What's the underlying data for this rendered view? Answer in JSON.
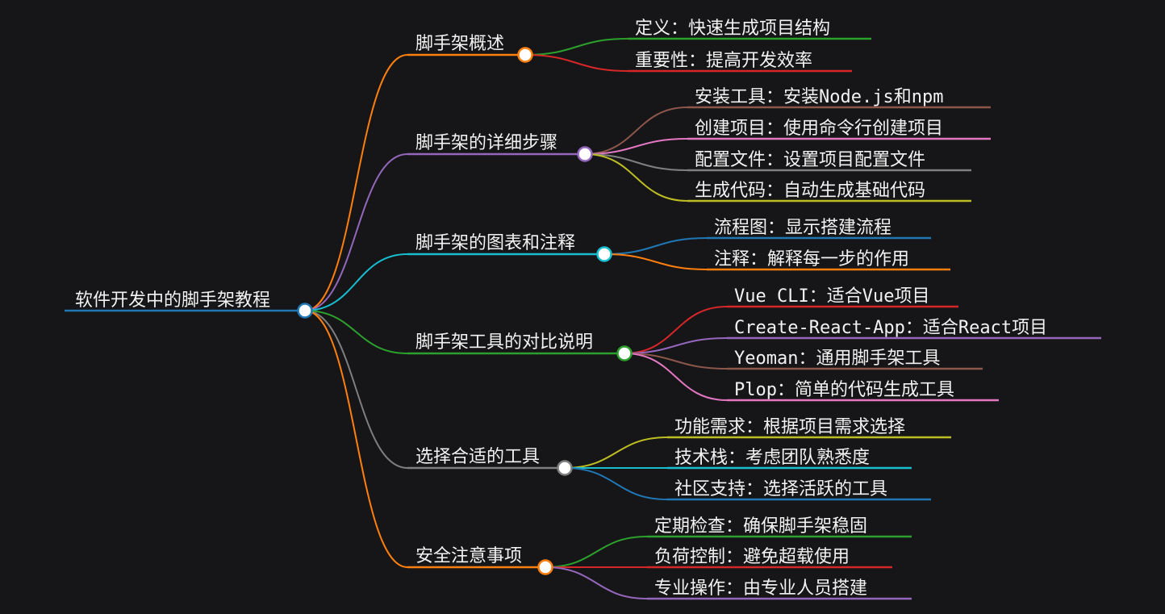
{
  "root": {
    "label": "软件开发中的脚手架教程",
    "color": "#1f77b4"
  },
  "branches": [
    {
      "label": "脚手架概述",
      "color": "#ff7f0e",
      "children": [
        {
          "label": "定义：快速生成项目结构",
          "color": "#2ca02c"
        },
        {
          "label": "重要性：提高开发效率",
          "color": "#d62728"
        }
      ]
    },
    {
      "label": "脚手架的详细步骤",
      "color": "#9467bd",
      "children": [
        {
          "label": "安装工具：安装Node.js和npm",
          "color": "#8c564b"
        },
        {
          "label": "创建项目：使用命令行创建项目",
          "color": "#e377c2"
        },
        {
          "label": "配置文件：设置项目配置文件",
          "color": "#7f7f7f"
        },
        {
          "label": "生成代码：自动生成基础代码",
          "color": "#bcbd22"
        }
      ]
    },
    {
      "label": "脚手架的图表和注释",
      "color": "#17becf",
      "children": [
        {
          "label": "流程图：显示搭建流程",
          "color": "#1f77b4"
        },
        {
          "label": "注释：解释每一步的作用",
          "color": "#ff7f0e"
        }
      ]
    },
    {
      "label": "脚手架工具的对比说明",
      "color": "#2ca02c",
      "children": [
        {
          "label": "Vue CLI：适合Vue项目",
          "color": "#d62728"
        },
        {
          "label": "Create-React-App：适合React项目",
          "color": "#9467bd"
        },
        {
          "label": "Yeoman：通用脚手架工具",
          "color": "#8c564b"
        },
        {
          "label": "Plop：简单的代码生成工具",
          "color": "#e377c2"
        }
      ]
    },
    {
      "label": "选择合适的工具",
      "color": "#7f7f7f",
      "children": [
        {
          "label": "功能需求：根据项目需求选择",
          "color": "#bcbd22"
        },
        {
          "label": "技术栈：考虑团队熟悉度",
          "color": "#17becf"
        },
        {
          "label": "社区支持：选择活跃的工具",
          "color": "#1f77b4"
        }
      ]
    },
    {
      "label": "安全注意事项",
      "color": "#ff7f0e",
      "children": [
        {
          "label": "定期检查：确保脚手架稳固",
          "color": "#2ca02c"
        },
        {
          "label": "负荷控制：避免超载使用",
          "color": "#d62728"
        },
        {
          "label": "专业操作：由专业人员搭建",
          "color": "#9467bd"
        }
      ]
    }
  ]
}
